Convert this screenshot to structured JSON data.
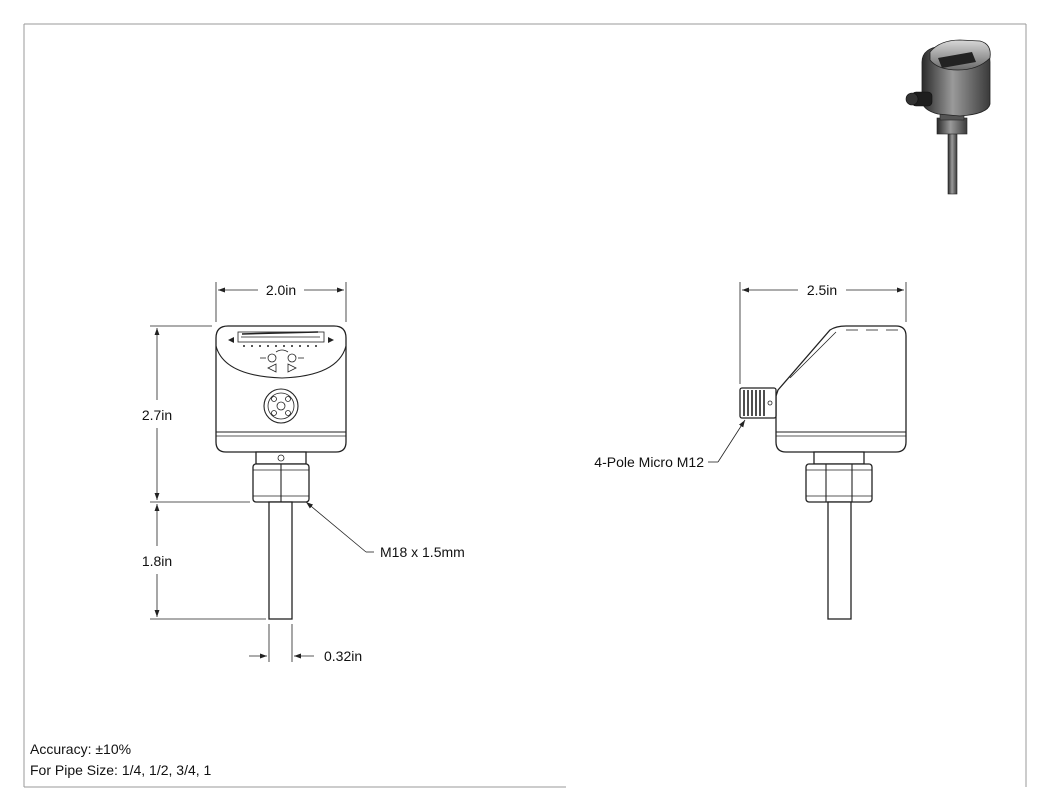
{
  "dimensions": {
    "front_width": "2.0in",
    "side_width": "2.5in",
    "body_height": "2.7in",
    "probe_length": "1.8in",
    "probe_diameter": "0.32in"
  },
  "callouts": {
    "thread": "M18 x 1.5mm",
    "connector": "4-Pole Micro M12"
  },
  "notes": {
    "accuracy": "Accuracy: ±10%",
    "pipe_size": "For Pipe Size: 1/4, 1/2, 3/4, 1"
  },
  "icons": {
    "iso_view": "sensor-isometric-icon",
    "front_view": "sensor-front-view",
    "side_view": "sensor-side-view"
  }
}
